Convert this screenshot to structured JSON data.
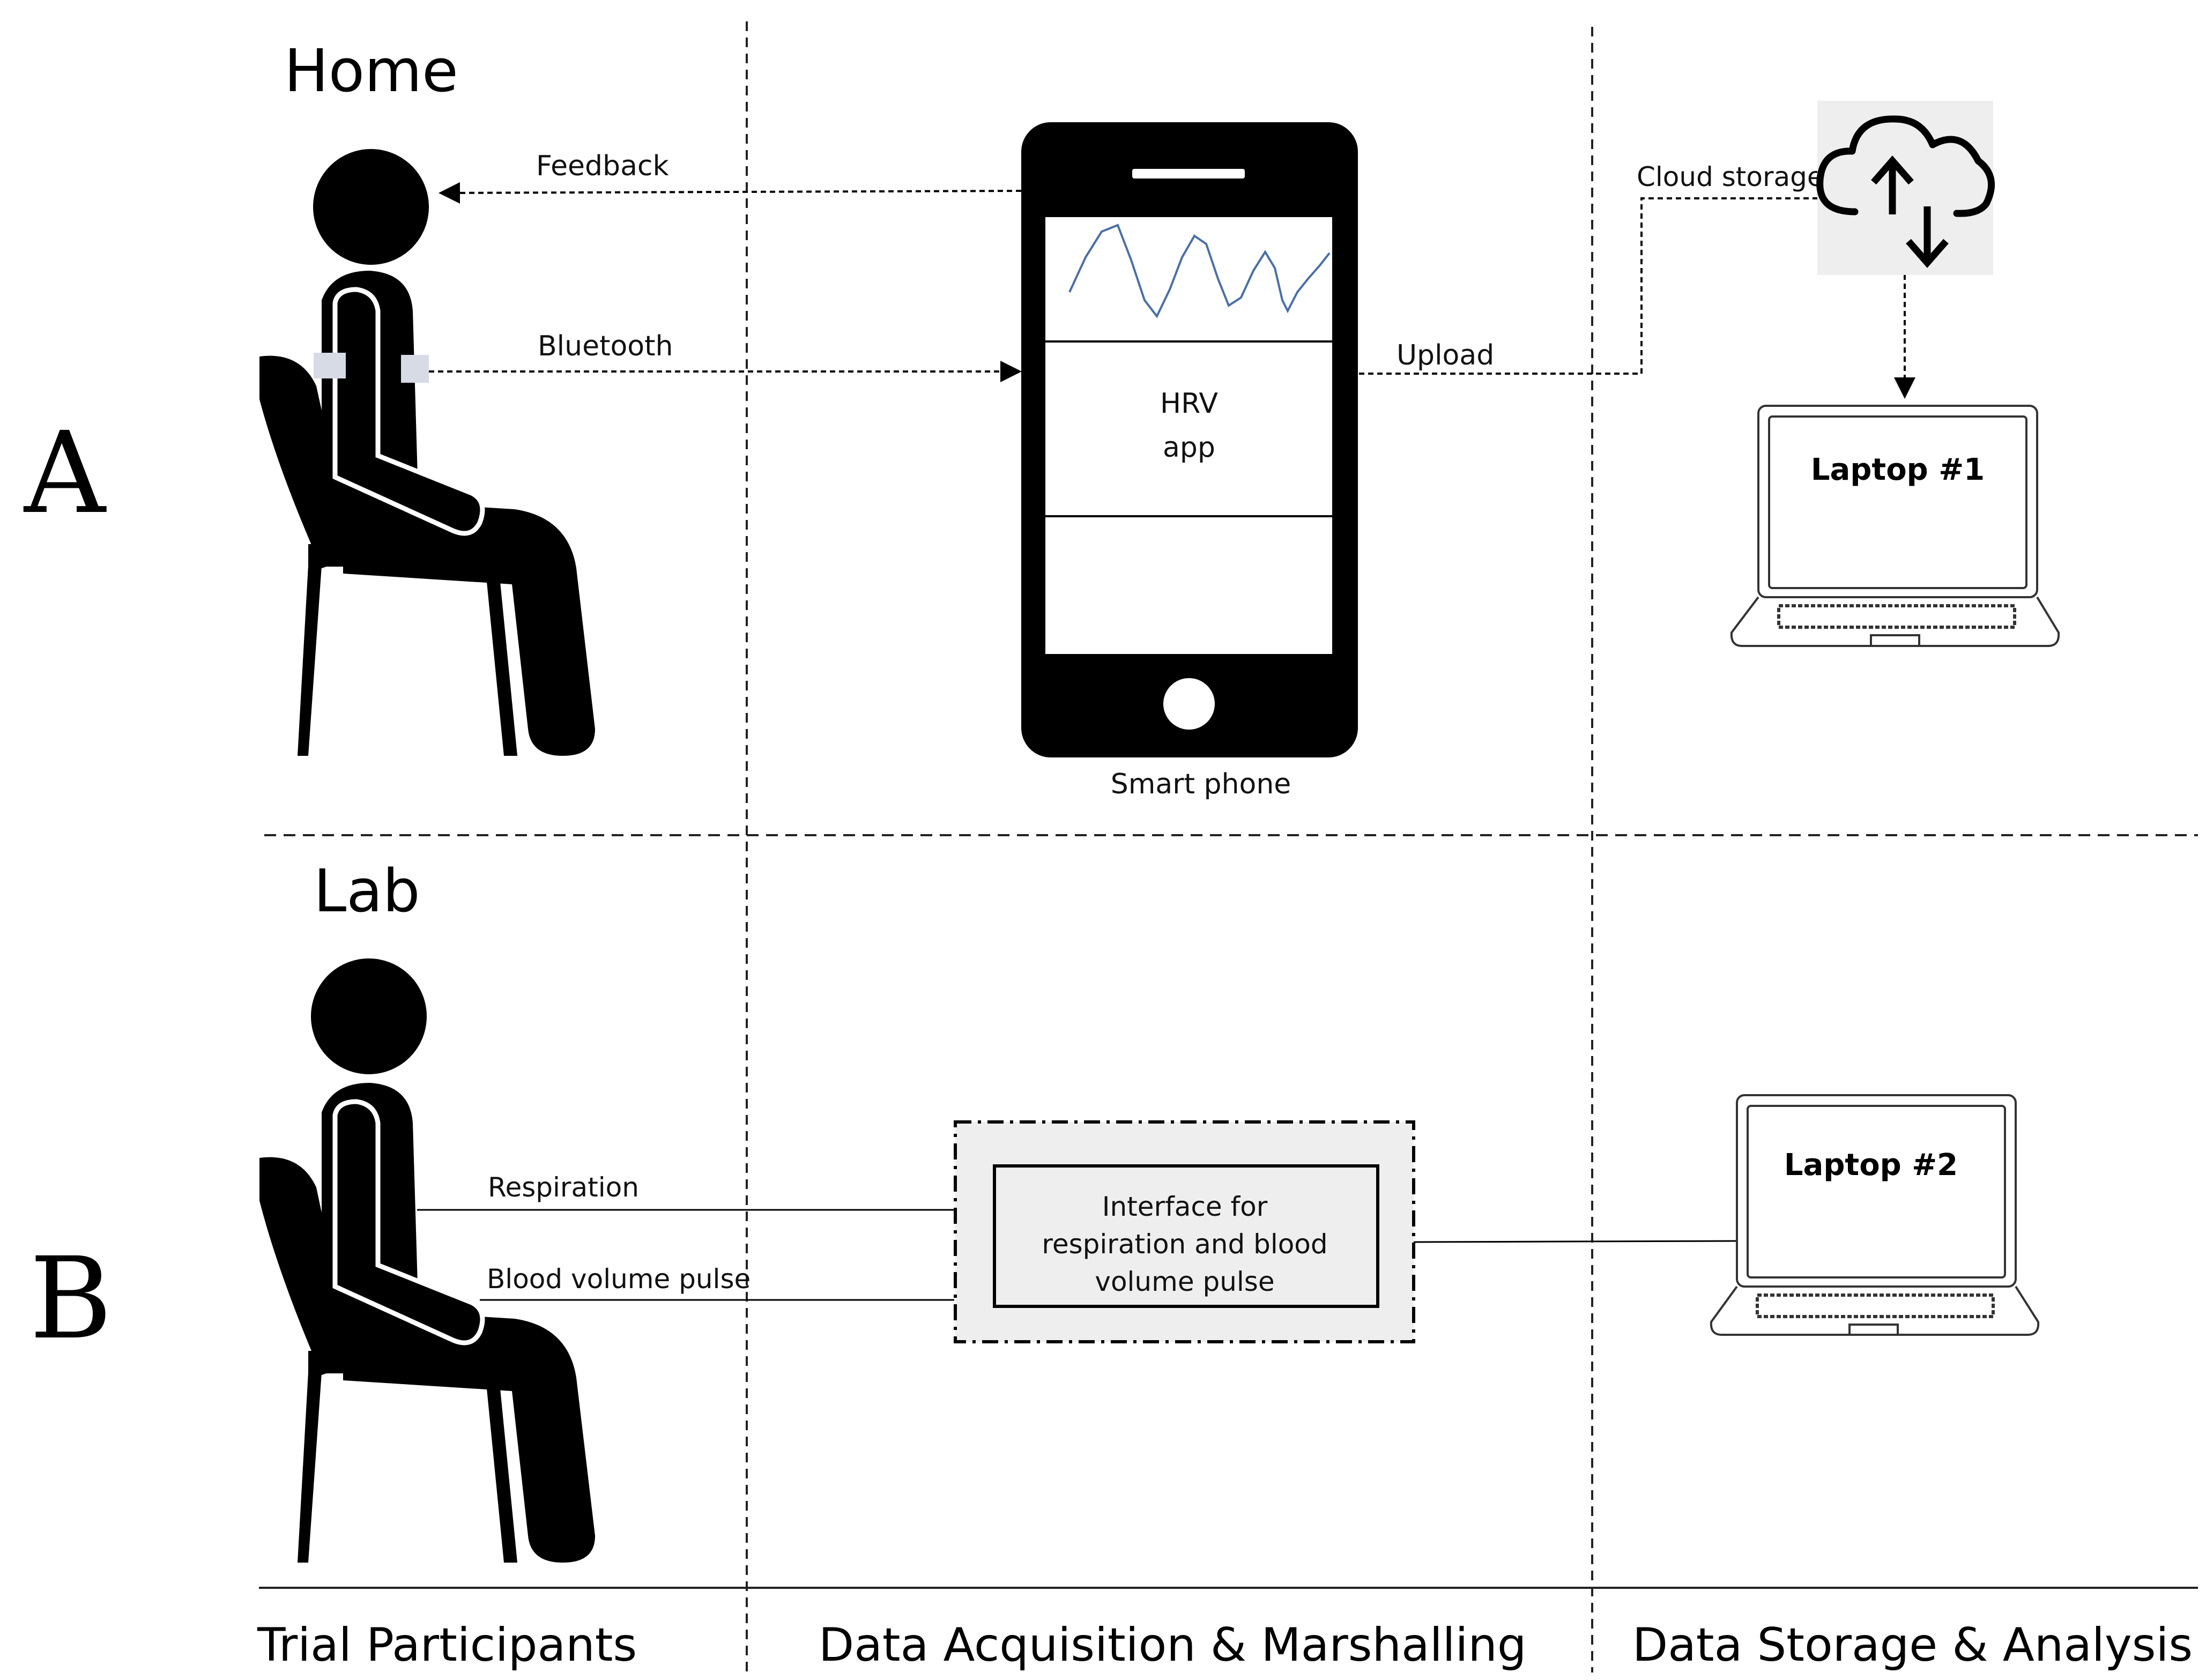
{
  "panels": {
    "a": {
      "letter": "A",
      "setting": "Home"
    },
    "b": {
      "letter": "B",
      "setting": "Lab"
    }
  },
  "columns": {
    "participants": "Trial Participants",
    "acquisition": "Data Acquisition & Marshalling",
    "storage": "Data Storage & Analysis"
  },
  "home": {
    "feedback": "Feedback",
    "bluetooth": "Bluetooth",
    "upload": "Upload",
    "cloud_storage": "Cloud storage",
    "phone_app_line1": "HRV",
    "phone_app_line2": "app",
    "phone_caption": "Smart phone",
    "laptop": "Laptop #1"
  },
  "lab": {
    "respiration": "Respiration",
    "bvp": "Blood volume pulse",
    "interface_line1": "Interface for",
    "interface_line2": "respiration and blood",
    "interface_line3": "volume pulse",
    "laptop": "Laptop #2"
  },
  "colors": {
    "ink": "#000000",
    "signal": "#4a6fa5",
    "band": "#d6dbe6",
    "cloud_bg": "#eeeeee",
    "box_fill": "#eeeeee"
  }
}
